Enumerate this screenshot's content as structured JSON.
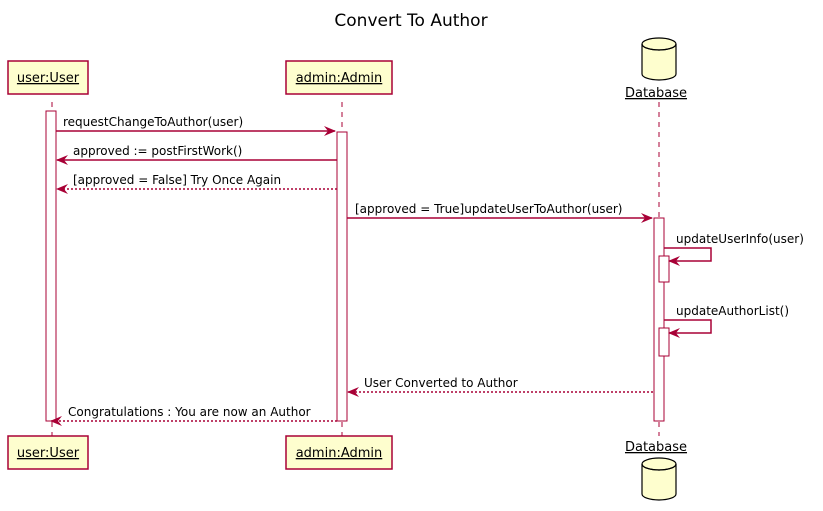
{
  "title": "Convert To Author",
  "participants": [
    {
      "id": "user",
      "label": "user:User",
      "kind": "box"
    },
    {
      "id": "admin",
      "label": "admin:Admin",
      "kind": "box"
    },
    {
      "id": "db",
      "label": "Database",
      "kind": "database"
    }
  ],
  "messages": [
    {
      "from": "user",
      "to": "admin",
      "text": "requestChangeToAuthor(user)",
      "style": "solid"
    },
    {
      "from": "admin",
      "to": "user",
      "text": "approved := postFirstWork()",
      "style": "solid"
    },
    {
      "from": "admin",
      "to": "user",
      "text": "[approved = False] Try Once Again",
      "style": "dotted"
    },
    {
      "from": "admin",
      "to": "db",
      "text": "[approved = True]updateUserToAuthor(user)",
      "style": "solid"
    },
    {
      "from": "db",
      "to": "db",
      "text": "updateUserInfo(user)",
      "style": "self"
    },
    {
      "from": "db",
      "to": "db",
      "text": "updateAuthorList()",
      "style": "self"
    },
    {
      "from": "db",
      "to": "admin",
      "text": "User Converted to Author",
      "style": "dotted"
    },
    {
      "from": "admin",
      "to": "user",
      "text": "Congratulations : You are now an Author",
      "style": "dotted"
    }
  ],
  "colors": {
    "participant_fill": "#FEFECE",
    "participant_border": "#A80036",
    "arrow": "#A80036",
    "lifeline": "#A80036",
    "text": "#000000"
  }
}
